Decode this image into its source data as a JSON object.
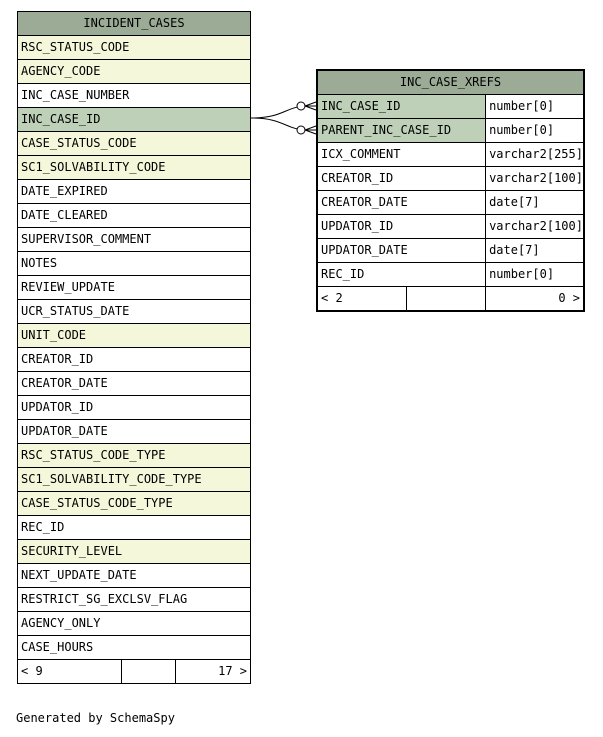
{
  "diagram": {
    "footer_text": "Generated by SchemaSpy",
    "tables": [
      {
        "name": "INCIDENT_CASES",
        "columns": [
          {
            "name": "RSC_STATUS_CODE",
            "kind": "fk"
          },
          {
            "name": "AGENCY_CODE",
            "kind": "fk"
          },
          {
            "name": "INC_CASE_NUMBER",
            "kind": "plain"
          },
          {
            "name": "INC_CASE_ID",
            "kind": "pk"
          },
          {
            "name": "CASE_STATUS_CODE",
            "kind": "fk"
          },
          {
            "name": "SC1_SOLVABILITY_CODE",
            "kind": "fk"
          },
          {
            "name": "DATE_EXPIRED",
            "kind": "plain"
          },
          {
            "name": "DATE_CLEARED",
            "kind": "plain"
          },
          {
            "name": "SUPERVISOR_COMMENT",
            "kind": "plain"
          },
          {
            "name": "NOTES",
            "kind": "plain"
          },
          {
            "name": "REVIEW_UPDATE",
            "kind": "plain"
          },
          {
            "name": "UCR_STATUS_DATE",
            "kind": "plain"
          },
          {
            "name": "UNIT_CODE",
            "kind": "fk"
          },
          {
            "name": "CREATOR_ID",
            "kind": "plain"
          },
          {
            "name": "CREATOR_DATE",
            "kind": "plain"
          },
          {
            "name": "UPDATOR_ID",
            "kind": "plain"
          },
          {
            "name": "UPDATOR_DATE",
            "kind": "plain"
          },
          {
            "name": "RSC_STATUS_CODE_TYPE",
            "kind": "fk"
          },
          {
            "name": "SC1_SOLVABILITY_CODE_TYPE",
            "kind": "fk"
          },
          {
            "name": "CASE_STATUS_CODE_TYPE",
            "kind": "fk"
          },
          {
            "name": "REC_ID",
            "kind": "plain"
          },
          {
            "name": "SECURITY_LEVEL",
            "kind": "fk"
          },
          {
            "name": "NEXT_UPDATE_DATE",
            "kind": "plain"
          },
          {
            "name": "RESTRICT_SG_EXCLSV_FLAG",
            "kind": "plain"
          },
          {
            "name": "AGENCY_ONLY",
            "kind": "plain"
          },
          {
            "name": "CASE_HOURS",
            "kind": "plain"
          }
        ],
        "footer": {
          "parents": "< 9",
          "children": "17 >"
        }
      },
      {
        "name": "INC_CASE_XREFS",
        "columns": [
          {
            "name": "INC_CASE_ID",
            "type": "number[0]",
            "kind": "pk"
          },
          {
            "name": "PARENT_INC_CASE_ID",
            "type": "number[0]",
            "kind": "pk"
          },
          {
            "name": "ICX_COMMENT",
            "type": "varchar2[255]",
            "kind": "plain"
          },
          {
            "name": "CREATOR_ID",
            "type": "varchar2[100]",
            "kind": "plain"
          },
          {
            "name": "CREATOR_DATE",
            "type": "date[7]",
            "kind": "plain"
          },
          {
            "name": "UPDATOR_ID",
            "type": "varchar2[100]",
            "kind": "plain"
          },
          {
            "name": "UPDATOR_DATE",
            "type": "date[7]",
            "kind": "plain"
          },
          {
            "name": "REC_ID",
            "type": "number[0]",
            "kind": "plain"
          }
        ],
        "footer": {
          "parents": "< 2",
          "children": "0 >"
        }
      }
    ],
    "colors": {
      "header": "#9bab96",
      "primary_key": "#bed1b8",
      "foreign_key": "#f4f7da",
      "plain": "#ffffff"
    }
  }
}
